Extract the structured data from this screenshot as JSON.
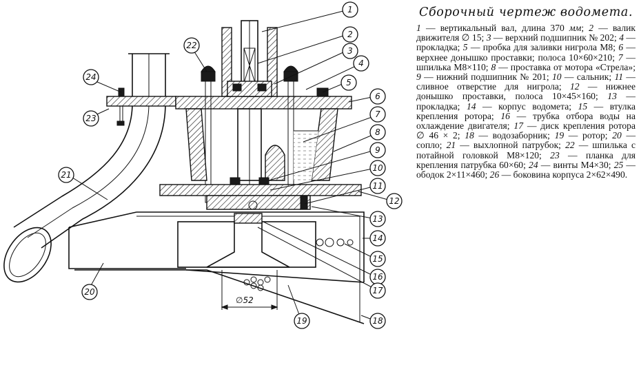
{
  "title": "Сборочный чертеж водомета.",
  "parts": [
    {
      "n": "1",
      "text": "вертикальный вал, длина 370",
      "unit": "мм",
      "tail": ";"
    },
    {
      "n": "2",
      "text": "валик движителя ∅ 15;"
    },
    {
      "n": "3",
      "text": "верхний подшипник № 202;"
    },
    {
      "n": "4",
      "text": "прокладка;"
    },
    {
      "n": "5",
      "text": "пробка для заливки нигрола М8;"
    },
    {
      "n": "6",
      "text": "верхнее донышко проставки; полоса 10×60×210;"
    },
    {
      "n": "7",
      "text": "шпилька М8×110;"
    },
    {
      "n": "8",
      "text": "проставка от мотора «Стрела»;"
    },
    {
      "n": "9",
      "text": "нижний подшипник № 201;"
    },
    {
      "n": "10",
      "text": "сальник;"
    },
    {
      "n": "11",
      "text": "сливное отверстие для нигрола;"
    },
    {
      "n": "12",
      "text": "нижнее донышко проставки, полоса 10×45×160;"
    },
    {
      "n": "13",
      "text": "прокладка;"
    },
    {
      "n": "14",
      "text": "корпус водомета;"
    },
    {
      "n": "15",
      "text": "втулка крепления ротора;"
    },
    {
      "n": "16",
      "text": "трубка отбора воды на охлаждение двигателя;"
    },
    {
      "n": "17",
      "text": "диск крепления ротора ∅ 46 × 2;"
    },
    {
      "n": "18",
      "text": "водозаборник;"
    },
    {
      "n": "19",
      "text": "ротор;"
    },
    {
      "n": "20",
      "text": "сопло;"
    },
    {
      "n": "21",
      "text": "выхлопной патрубок;"
    },
    {
      "n": "22",
      "text": "шпилька с потайной головкой М8×120;"
    },
    {
      "n": "23",
      "text": "планка для крепления патрубка 60×60;"
    },
    {
      "n": "24",
      "text": "винты М4×30;"
    },
    {
      "n": "25",
      "text": "ободок 2×11×460;"
    },
    {
      "n": "26",
      "text": "боковина корпуса 2×62×490."
    }
  ],
  "drawing": {
    "dimension_label": "∅52",
    "callouts": [
      "1",
      "2",
      "3",
      "4",
      "5",
      "6",
      "7",
      "8",
      "9",
      "10",
      "11",
      "12",
      "13",
      "14",
      "15",
      "16",
      "17",
      "18",
      "19",
      "20",
      "21",
      "22",
      "23",
      "24"
    ]
  }
}
